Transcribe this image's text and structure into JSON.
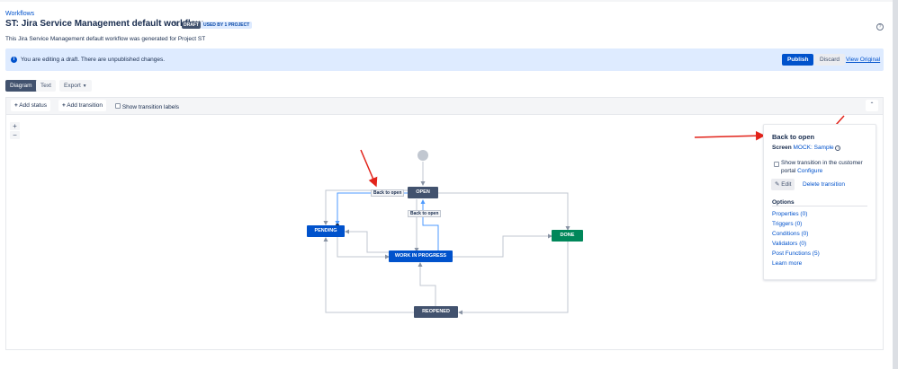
{
  "breadcrumb": "Workflows",
  "title": "ST: Jira Service Management default workflow",
  "badges": {
    "draft": "DRAFT",
    "used": "USED BY 1 PROJECT"
  },
  "subtitle": "This Jira Service Management default workflow was generated for Project ST",
  "banner": {
    "message": "You are editing a draft. There are unpublished changes.",
    "publish": "Publish",
    "discard": "Discard",
    "view_original": "View Original"
  },
  "tabs": {
    "diagram": "Diagram",
    "text": "Text",
    "export": "Export"
  },
  "toolbar": {
    "add_status": "Add status",
    "add_transition": "Add transition",
    "show_labels": "Show transition labels"
  },
  "zoom": {
    "in": "+",
    "out": "−"
  },
  "statuses": {
    "open": "OPEN",
    "pending": "PENDING",
    "wip": "WORK IN PROGRESS",
    "done": "DONE",
    "reopened": "REOPENED"
  },
  "transition_labels": {
    "label1": "Back to open",
    "label2": "Back to open"
  },
  "panel": {
    "title": "Back to open",
    "screen_label": "Screen",
    "screen_value": "MOCK: Sample",
    "show_transition_text": "Show transition in the customer",
    "portal_text": "portal",
    "configure": "Configure",
    "edit": "Edit",
    "delete": "Delete transition",
    "options_heading": "Options",
    "options": [
      "Properties (0)",
      "Triggers (0)",
      "Conditions (0)",
      "Validators (0)",
      "Post Functions (5)",
      "Learn more"
    ]
  },
  "colors": {
    "brand_blue": "#0052cc",
    "status_dark": "#42526e",
    "status_done": "#00875a",
    "annotation_red": "#e2231a"
  }
}
